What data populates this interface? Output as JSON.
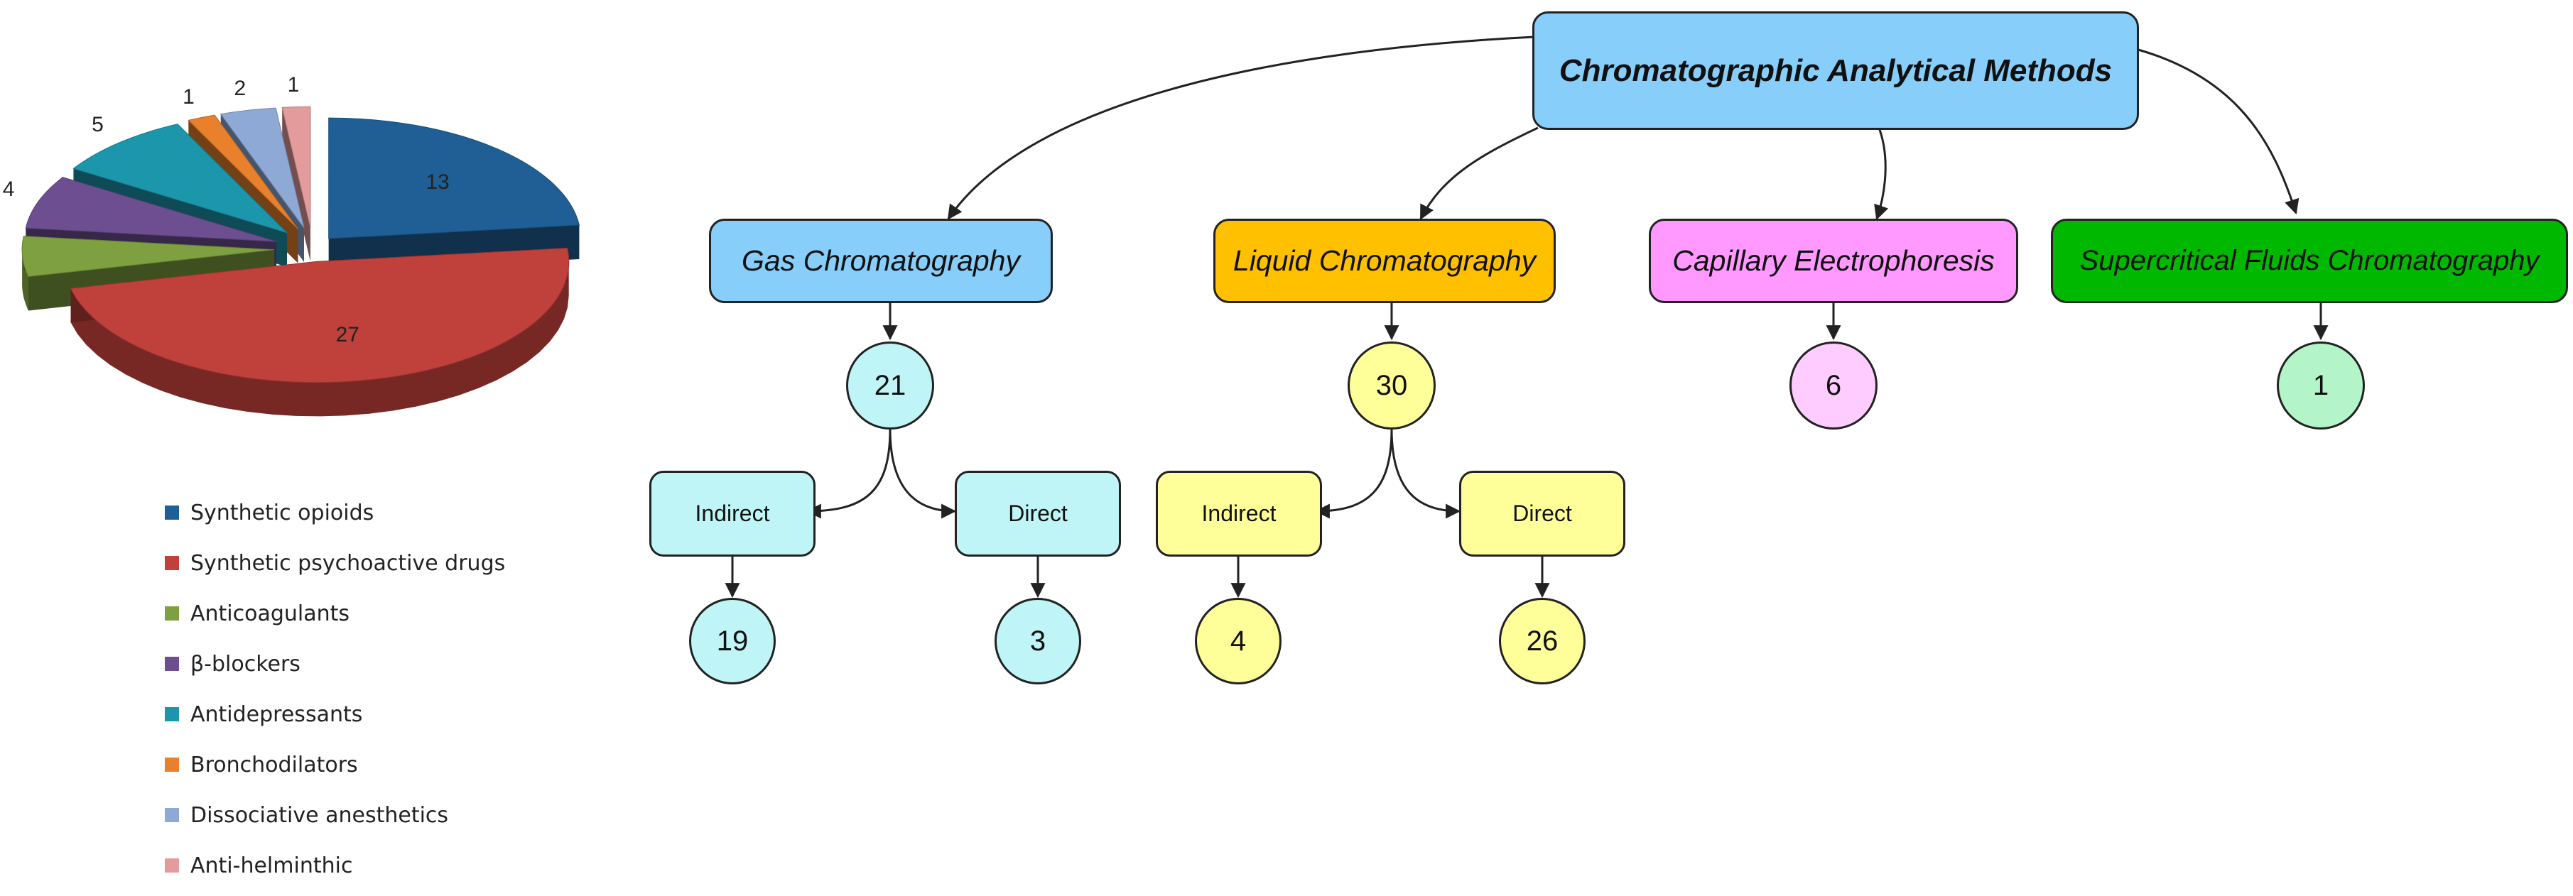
{
  "chart_data": {
    "type": "pie",
    "values": [
      13,
      27,
      3,
      4,
      5,
      1,
      2,
      1
    ],
    "categories": [
      "Synthetic opioids",
      "Synthetic psychoactive drugs",
      "Anticoagulants",
      "β-blockers",
      "Antidepressants",
      "Bronchodilators",
      "Dissociative anesthetics",
      "Anti-helminthic"
    ],
    "colors": [
      "#1f5f95",
      "#c0403b",
      "#7ea040",
      "#6d4f91",
      "#1b96ab",
      "#e8802c",
      "#8ea9d6",
      "#e39b9b"
    ],
    "exploded": true,
    "style": "3d",
    "legend_position": "bottom-left"
  },
  "diagram": {
    "root": {
      "label": "Chromatographic Analytical Methods",
      "color": "#87cefa"
    },
    "methods": [
      {
        "label": "Gas Chromatography",
        "color": "#87cefa",
        "total": "21",
        "circle_color": "#bff5f7",
        "sub": [
          {
            "label": "Indirect",
            "count": "19"
          },
          {
            "label": "Direct",
            "count": "3"
          }
        ]
      },
      {
        "label": "Liquid Chromatography",
        "color": "#ffc000",
        "total": "30",
        "circle_color": "#ffff99",
        "sub": [
          {
            "label": "Indirect",
            "count": "4"
          },
          {
            "label": "Direct",
            "count": "26"
          }
        ]
      },
      {
        "label": "Capillary Electrophoresis",
        "color": "#ff99ff",
        "total": "6",
        "circle_color": "#ffccff"
      },
      {
        "label": "Supercritical Fluids Chromatography",
        "color": "#00b800",
        "total": "1",
        "circle_color": "#b3f5c8"
      }
    ]
  }
}
